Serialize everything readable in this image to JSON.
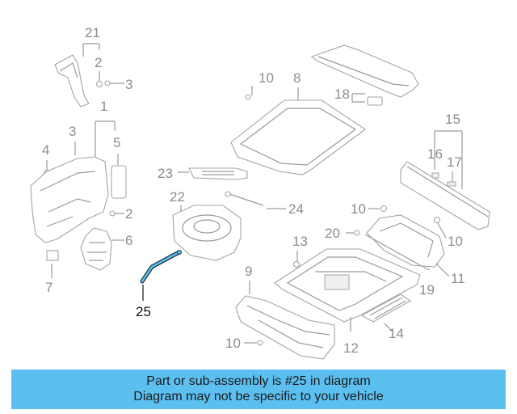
{
  "diagram": {
    "callouts": [
      "1",
      "2",
      "3",
      "4",
      "5",
      "6",
      "7",
      "8",
      "9",
      "10",
      "11",
      "12",
      "13",
      "14",
      "15",
      "16",
      "17",
      "18",
      "19",
      "20",
      "21",
      "22",
      "23",
      "24",
      "25"
    ],
    "highlighted_part": "25",
    "highlight_color": "#5bc0f0"
  },
  "banner": {
    "line1": "Part or sub-assembly is #25 in diagram",
    "line2": "Diagram may not be specific to your vehicle"
  }
}
